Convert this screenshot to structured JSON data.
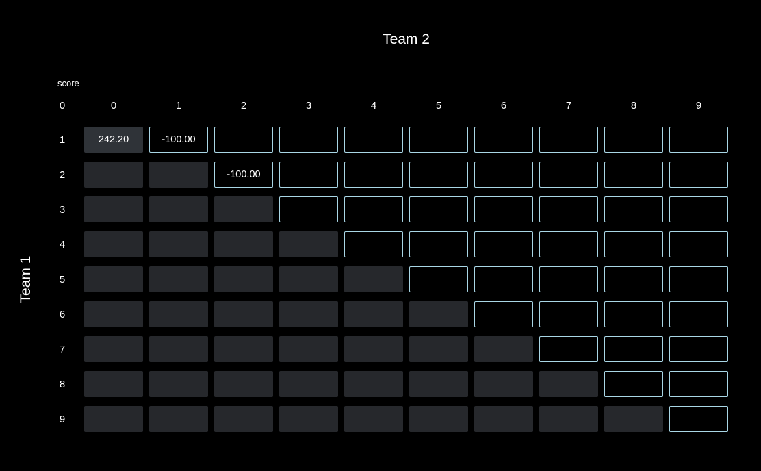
{
  "colors": {
    "background": "#000000",
    "text": "#ffffff",
    "accent_border": "#a9d6e5",
    "cell_fill": "#26282c",
    "cell_fill_value": "#2f3338"
  },
  "axes": {
    "x_title": "Team 2",
    "y_title": "Team 1",
    "corner_label": "score"
  },
  "grid": {
    "header_row_label": "0",
    "column_headers": [
      "0",
      "1",
      "2",
      "3",
      "4",
      "5",
      "6",
      "7",
      "8",
      "9"
    ],
    "rows": [
      {
        "label": "1",
        "cells": [
          {
            "style": "value",
            "value": "242.20"
          },
          {
            "style": "bordered",
            "value": "-100.00"
          },
          {
            "style": "bordered",
            "value": ""
          },
          {
            "style": "bordered",
            "value": ""
          },
          {
            "style": "bordered",
            "value": ""
          },
          {
            "style": "bordered",
            "value": ""
          },
          {
            "style": "bordered",
            "value": ""
          },
          {
            "style": "bordered",
            "value": ""
          },
          {
            "style": "bordered",
            "value": ""
          },
          {
            "style": "bordered",
            "value": ""
          }
        ]
      },
      {
        "label": "2",
        "cells": [
          {
            "style": "filled",
            "value": ""
          },
          {
            "style": "filled",
            "value": ""
          },
          {
            "style": "bordered",
            "value": "-100.00"
          },
          {
            "style": "bordered",
            "value": ""
          },
          {
            "style": "bordered",
            "value": ""
          },
          {
            "style": "bordered",
            "value": ""
          },
          {
            "style": "bordered",
            "value": ""
          },
          {
            "style": "bordered",
            "value": ""
          },
          {
            "style": "bordered",
            "value": ""
          },
          {
            "style": "bordered",
            "value": ""
          }
        ]
      },
      {
        "label": "3",
        "cells": [
          {
            "style": "filled",
            "value": ""
          },
          {
            "style": "filled",
            "value": ""
          },
          {
            "style": "filled",
            "value": ""
          },
          {
            "style": "bordered",
            "value": ""
          },
          {
            "style": "bordered",
            "value": ""
          },
          {
            "style": "bordered",
            "value": ""
          },
          {
            "style": "bordered",
            "value": ""
          },
          {
            "style": "bordered",
            "value": ""
          },
          {
            "style": "bordered",
            "value": ""
          },
          {
            "style": "bordered",
            "value": ""
          }
        ]
      },
      {
        "label": "4",
        "cells": [
          {
            "style": "filled",
            "value": ""
          },
          {
            "style": "filled",
            "value": ""
          },
          {
            "style": "filled",
            "value": ""
          },
          {
            "style": "filled",
            "value": ""
          },
          {
            "style": "bordered",
            "value": ""
          },
          {
            "style": "bordered",
            "value": ""
          },
          {
            "style": "bordered",
            "value": ""
          },
          {
            "style": "bordered",
            "value": ""
          },
          {
            "style": "bordered",
            "value": ""
          },
          {
            "style": "bordered",
            "value": ""
          }
        ]
      },
      {
        "label": "5",
        "cells": [
          {
            "style": "filled",
            "value": ""
          },
          {
            "style": "filled",
            "value": ""
          },
          {
            "style": "filled",
            "value": ""
          },
          {
            "style": "filled",
            "value": ""
          },
          {
            "style": "filled",
            "value": ""
          },
          {
            "style": "bordered",
            "value": ""
          },
          {
            "style": "bordered",
            "value": ""
          },
          {
            "style": "bordered",
            "value": ""
          },
          {
            "style": "bordered",
            "value": ""
          },
          {
            "style": "bordered",
            "value": ""
          }
        ]
      },
      {
        "label": "6",
        "cells": [
          {
            "style": "filled",
            "value": ""
          },
          {
            "style": "filled",
            "value": ""
          },
          {
            "style": "filled",
            "value": ""
          },
          {
            "style": "filled",
            "value": ""
          },
          {
            "style": "filled",
            "value": ""
          },
          {
            "style": "filled",
            "value": ""
          },
          {
            "style": "bordered",
            "value": ""
          },
          {
            "style": "bordered",
            "value": ""
          },
          {
            "style": "bordered",
            "value": ""
          },
          {
            "style": "bordered",
            "value": ""
          }
        ]
      },
      {
        "label": "7",
        "cells": [
          {
            "style": "filled",
            "value": ""
          },
          {
            "style": "filled",
            "value": ""
          },
          {
            "style": "filled",
            "value": ""
          },
          {
            "style": "filled",
            "value": ""
          },
          {
            "style": "filled",
            "value": ""
          },
          {
            "style": "filled",
            "value": ""
          },
          {
            "style": "filled",
            "value": ""
          },
          {
            "style": "bordered",
            "value": ""
          },
          {
            "style": "bordered",
            "value": ""
          },
          {
            "style": "bordered",
            "value": ""
          }
        ]
      },
      {
        "label": "8",
        "cells": [
          {
            "style": "filled",
            "value": ""
          },
          {
            "style": "filled",
            "value": ""
          },
          {
            "style": "filled",
            "value": ""
          },
          {
            "style": "filled",
            "value": ""
          },
          {
            "style": "filled",
            "value": ""
          },
          {
            "style": "filled",
            "value": ""
          },
          {
            "style": "filled",
            "value": ""
          },
          {
            "style": "filled",
            "value": ""
          },
          {
            "style": "bordered",
            "value": ""
          },
          {
            "style": "bordered",
            "value": ""
          }
        ]
      },
      {
        "label": "9",
        "cells": [
          {
            "style": "filled",
            "value": ""
          },
          {
            "style": "filled",
            "value": ""
          },
          {
            "style": "filled",
            "value": ""
          },
          {
            "style": "filled",
            "value": ""
          },
          {
            "style": "filled",
            "value": ""
          },
          {
            "style": "filled",
            "value": ""
          },
          {
            "style": "filled",
            "value": ""
          },
          {
            "style": "filled",
            "value": ""
          },
          {
            "style": "filled",
            "value": ""
          },
          {
            "style": "bordered",
            "value": ""
          }
        ]
      }
    ]
  }
}
